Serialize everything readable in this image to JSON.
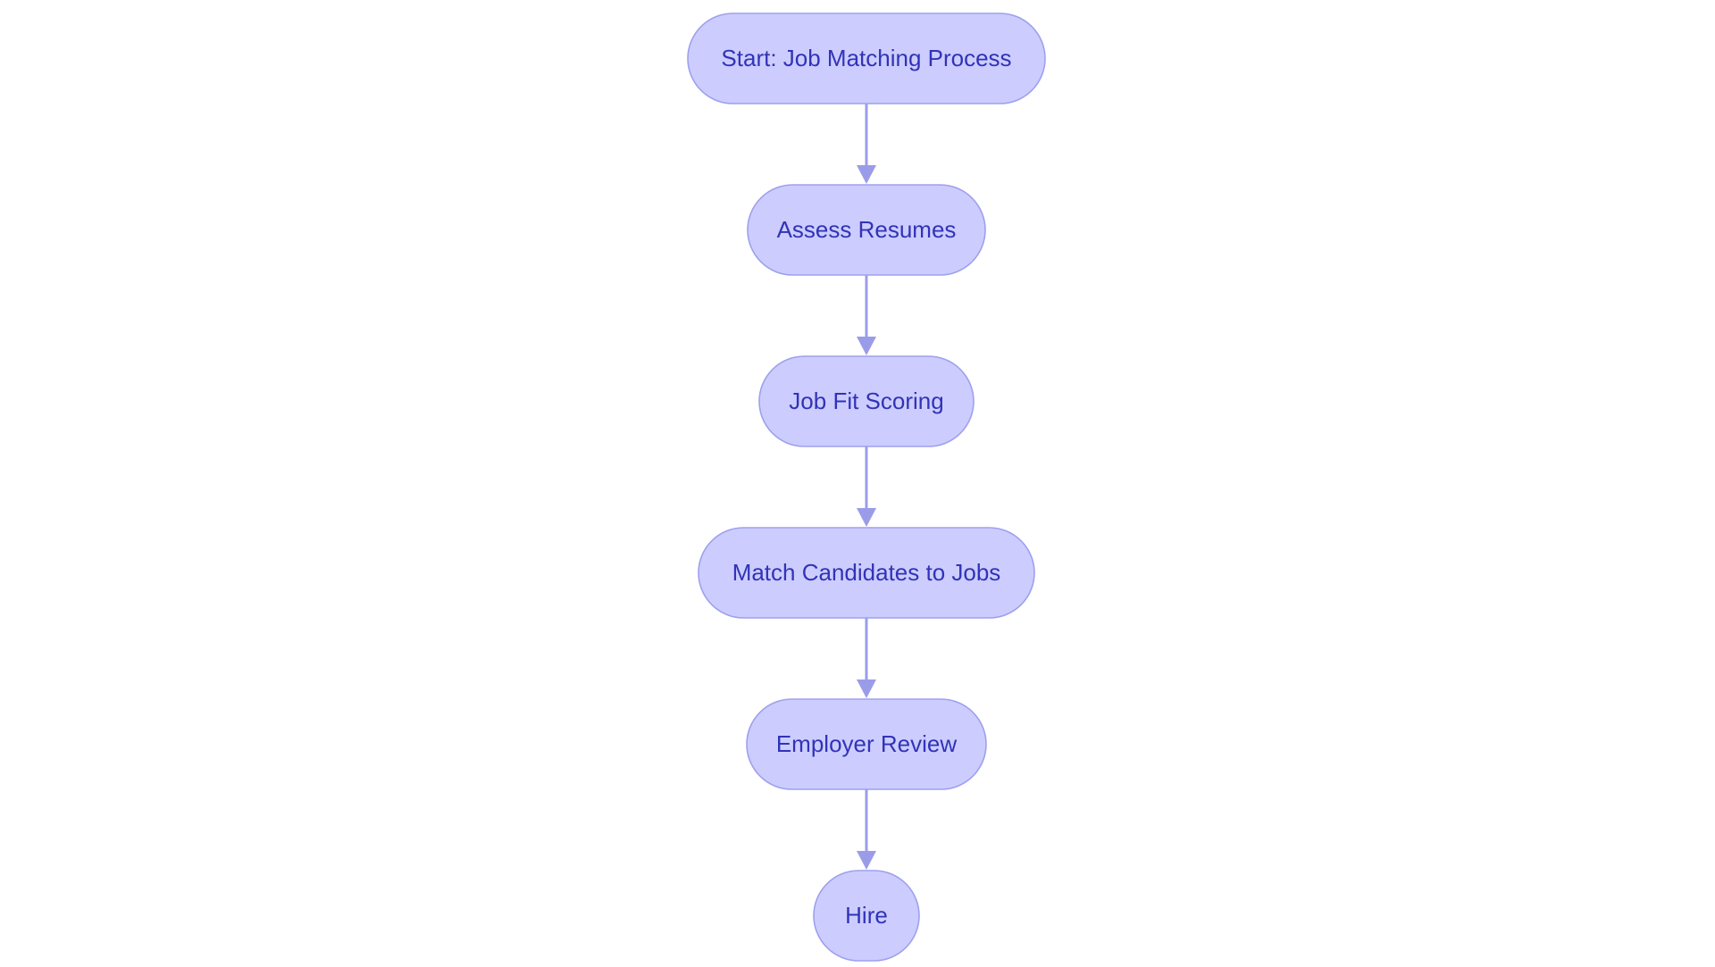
{
  "diagram": {
    "type": "flowchart",
    "direction": "top-to-bottom",
    "colors": {
      "node_fill": "#cccdfe",
      "node_border": "#9ea0ee",
      "node_text": "#3133b8",
      "edge": "#9b9ce9",
      "background": "#ffffff"
    },
    "nodes": [
      {
        "id": "start",
        "label": "Start: Job Matching Process"
      },
      {
        "id": "assess",
        "label": "Assess Resumes"
      },
      {
        "id": "scoring",
        "label": "Job Fit Scoring"
      },
      {
        "id": "match",
        "label": "Match Candidates to Jobs"
      },
      {
        "id": "review",
        "label": "Employer Review"
      },
      {
        "id": "hire",
        "label": "Hire"
      }
    ],
    "edges": [
      {
        "from": "start",
        "to": "assess"
      },
      {
        "from": "assess",
        "to": "scoring"
      },
      {
        "from": "scoring",
        "to": "match"
      },
      {
        "from": "match",
        "to": "review"
      },
      {
        "from": "review",
        "to": "hire"
      }
    ]
  }
}
